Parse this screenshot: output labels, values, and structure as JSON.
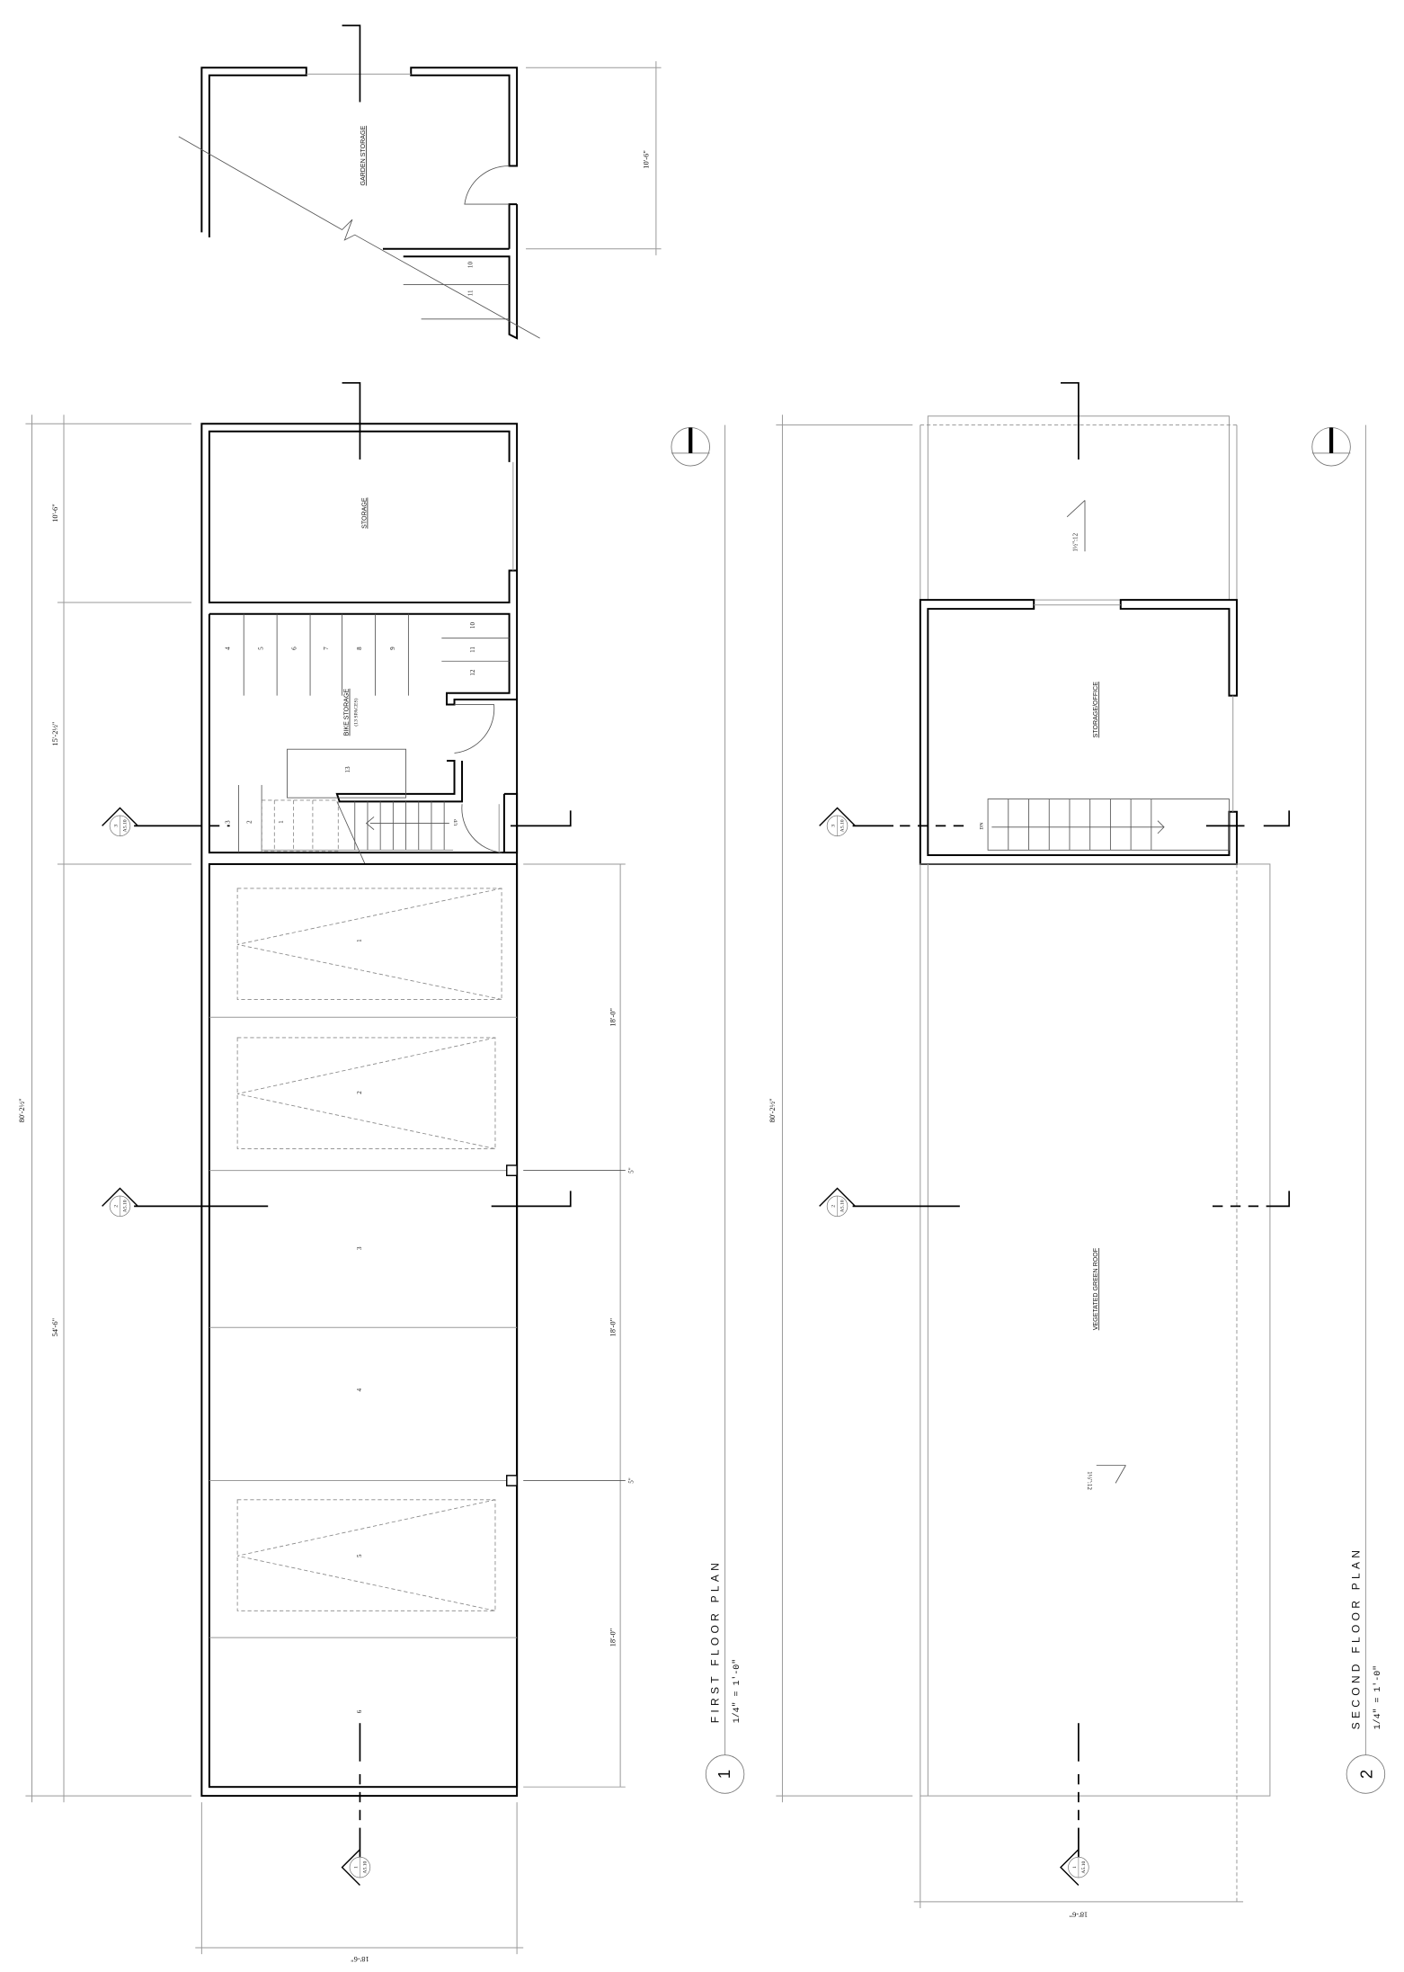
{
  "garden": {
    "room": "GARDEN STORAGE",
    "dim": "10'-6\"",
    "stairs": [
      "10",
      "11"
    ]
  },
  "first_floor": {
    "title": "FIRST FLOOR PLAN",
    "scale": "1/4\" = 1'-0\"",
    "number": "1",
    "rooms": {
      "storage": "STORAGE",
      "bike": "BIKE STORAGE",
      "bike_sub": "(13 SPACES)",
      "up": "UP"
    },
    "bike_spaces": [
      "1",
      "2",
      "3",
      "4",
      "5",
      "6",
      "7",
      "8",
      "9",
      "10",
      "11",
      "12",
      "13"
    ],
    "parking_spaces": [
      "1",
      "2",
      "3",
      "4",
      "5",
      "6"
    ],
    "dims_left": {
      "overall": "80'-2½\"",
      "d1": "10'-6\"",
      "d2": "15'-2½\"",
      "d3": "54'-6\""
    },
    "dims_right": [
      "18'-0\"",
      "18'-0\"",
      "18'-0\""
    ],
    "col_offset": [
      "5\"",
      "5\""
    ],
    "dim_bottom": "18'-6\""
  },
  "second_floor": {
    "title": "SECOND FLOOR PLAN",
    "scale": "1/4\" = 1'-0\"",
    "number": "2",
    "rooms": {
      "office": "STORAGE/OFFICE",
      "roof": "VEGETATED GREEN ROOF",
      "dn": "DN"
    },
    "slope_upper": "1½\":12",
    "slope_lower": "1½\":12",
    "dim_overall": "80'-2½\"",
    "dim_bottom": "18'-6\""
  },
  "sections": [
    {
      "num": "3",
      "sheet": "A5.10"
    },
    {
      "num": "2",
      "sheet": "A5.10"
    },
    {
      "num": "1",
      "sheet": "A5.10"
    }
  ]
}
